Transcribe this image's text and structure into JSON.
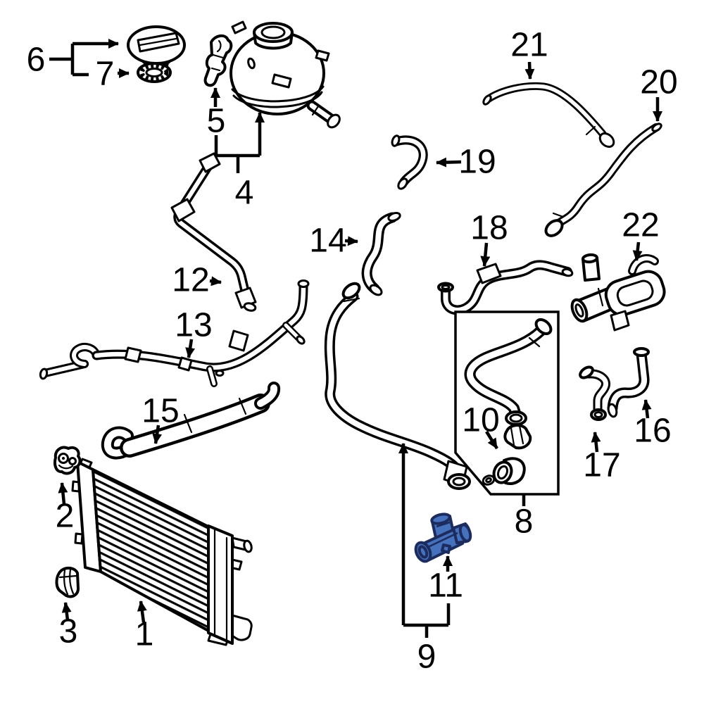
{
  "diagram": {
    "type": "parts-diagram",
    "description_visible_text_only": true,
    "colors": {
      "background": "#ffffff",
      "line": "#000000",
      "highlight_fill": "#4671bd",
      "highlight_outline": "#1c2c5e"
    },
    "highlighted_callout": "11",
    "callouts": [
      {
        "label": "1"
      },
      {
        "label": "2"
      },
      {
        "label": "3"
      },
      {
        "label": "4"
      },
      {
        "label": "5"
      },
      {
        "label": "6"
      },
      {
        "label": "7"
      },
      {
        "label": "8"
      },
      {
        "label": "9"
      },
      {
        "label": "10"
      },
      {
        "label": "11"
      },
      {
        "label": "12"
      },
      {
        "label": "13"
      },
      {
        "label": "14"
      },
      {
        "label": "15"
      },
      {
        "label": "16"
      },
      {
        "label": "17"
      },
      {
        "label": "18"
      },
      {
        "label": "19"
      },
      {
        "label": "20"
      },
      {
        "label": "21"
      },
      {
        "label": "22"
      }
    ]
  }
}
